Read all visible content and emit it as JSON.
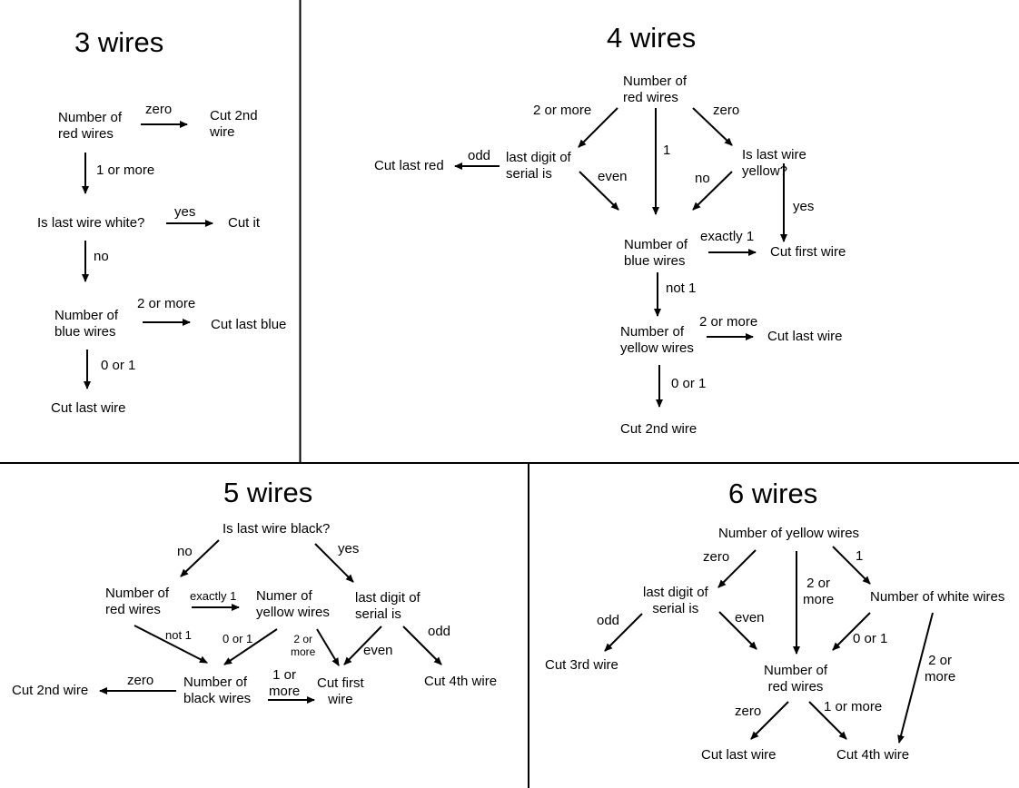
{
  "panels": {
    "three": {
      "title": "3 wires",
      "nodes": {
        "red": "Number of\nred wires",
        "cut2": "Cut 2nd\nwire",
        "white": "Is last wire white?",
        "cutit": "Cut it",
        "blue": "Number of\nblue wires",
        "cutlastblue": "Cut last blue",
        "cutlast": "Cut last wire"
      },
      "edges": {
        "zero": "zero",
        "oneplus": "1 or more",
        "yes": "yes",
        "no": "no",
        "twoplus": "2 or more",
        "zeroone": "0 or 1"
      }
    },
    "four": {
      "title": "4 wires",
      "nodes": {
        "red": "Number of\nred wires",
        "cutlastred": "Cut last red",
        "serial": "last digit of\nserial is",
        "yellowq": "Is last wire\nyellow?",
        "blue": "Number of\nblue wires",
        "cutfirst": "Cut first wire",
        "yellow": "Number of\nyellow wires",
        "cutlast": "Cut last wire",
        "cut2": "Cut 2nd wire"
      },
      "edges": {
        "twoplus": "2 or more",
        "zero": "zero",
        "one": "1",
        "odd": "odd",
        "even": "even",
        "no": "no",
        "yes": "yes",
        "exactly1": "exactly 1",
        "not1": "not 1",
        "twoplus2": "2 or more",
        "zeroone": "0 or 1"
      }
    },
    "five": {
      "title": "5 wires",
      "nodes": {
        "black": "Is last wire black?",
        "red": "Number of\nred wires",
        "yellow": "Numer of\nyellow wires",
        "serial": "last digit of\nserial is",
        "cut2": "Cut 2nd wire",
        "blackcount": "Number of\nblack wires",
        "cutfirst": "Cut first\nwire",
        "cut4": "Cut 4th wire"
      },
      "edges": {
        "no": "no",
        "yes": "yes",
        "exactly1": "exactly 1",
        "not1": "not 1",
        "zeroone": "0 or 1",
        "twoplus": "2 or\nmore",
        "even": "even",
        "odd": "odd",
        "zero": "zero",
        "oneplus": "1 or\nmore"
      }
    },
    "six": {
      "title": "6 wires",
      "nodes": {
        "yellow": "Number of yellow wires",
        "serial": "last digit of\nserial is",
        "white": "Number of white wires",
        "cut3": "Cut 3rd wire",
        "red": "Number of\nred wires",
        "cutlast": "Cut last wire",
        "cut4": "Cut 4th wire"
      },
      "edges": {
        "zero": "zero",
        "twoplus": "2 or\nmore",
        "one": "1",
        "odd": "odd",
        "even": "even",
        "zeroone": "0 or 1",
        "twoplus2": "2 or\nmore",
        "zero2": "zero",
        "oneplus": "1 or more"
      }
    }
  }
}
